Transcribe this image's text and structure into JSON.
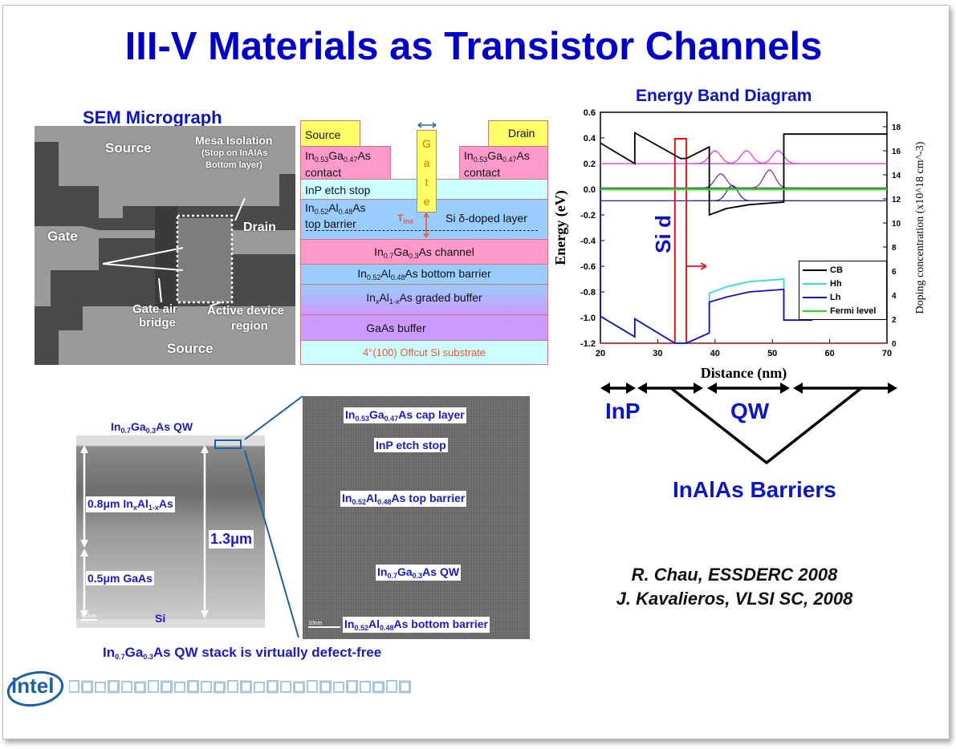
{
  "title": "III-V Materials as Transistor Channels",
  "sem": {
    "heading": "SEM Micrograph",
    "labels": {
      "source_top": "Source",
      "mesa": "Mesa Isolation",
      "mesa_note1": "(Stop on InAlAs",
      "mesa_note2": "Bottom layer)",
      "gate": "Gate",
      "drain": "Drain",
      "air1": "Gate air",
      "air2": "bridge",
      "active1": "Active device",
      "active2": "region",
      "source_bottom": "Source"
    }
  },
  "stack": {
    "source": "Source",
    "drain": "Drain",
    "gate_letters": [
      "G",
      "a",
      "t",
      "e"
    ],
    "contact_a": "In",
    "contact_s1": "0.53",
    "contact_b": "Ga",
    "contact_s2": "0.47",
    "contact_c": "As",
    "contact_word": "contact",
    "etch_stop": "InP etch stop",
    "tb_a": "In",
    "tb_s1": "0.52",
    "tb_b": "Al",
    "tb_s2": "0.48",
    "tb_c": "As",
    "tb_word": "top barrier",
    "tins": "T",
    "tins_sub": "ins",
    "si_doped": "Si δ-doped layer",
    "ch_a": "In",
    "ch_s1": "0.7",
    "ch_b": "Ga",
    "ch_s2": "0.3",
    "ch_c": "As channel",
    "bb_c": "As bottom barrier",
    "gb_a": "In",
    "gb_s1": "x",
    "gb_b": "Al",
    "gb_s2": "1-x",
    "gb_c": "As graded buffer",
    "gaas": "GaAs buffer",
    "substrate": "4°(100) Offcut Si substrate"
  },
  "band": {
    "heading": "Energy Band Diagram",
    "si_label": "Si d",
    "legend": [
      "CB",
      "Hh",
      "Lh",
      "Fermi level"
    ]
  },
  "chart_data": {
    "type": "line",
    "title": "Energy Band Diagram",
    "xlabel": "Distance (nm)",
    "ylabel": "Energy (eV)",
    "y2label": "Doping concentration (x10^18 cm^-3)",
    "xlim": [
      20,
      70
    ],
    "ylim": [
      -1.2,
      0.6
    ],
    "y2lim": [
      0,
      19.2
    ],
    "xticks": [
      20,
      30,
      40,
      50,
      60,
      70
    ],
    "yticks": [
      "0.6",
      "0.4",
      "0.2",
      "0.0",
      "-0.2",
      "-0.4",
      "-0.6",
      "-0.8",
      "-1.0",
      "-1.2"
    ],
    "y2ticks": [
      0,
      2,
      4,
      6,
      8,
      10,
      12,
      14,
      16,
      18
    ],
    "legend_position": "bottom-right",
    "series": [
      {
        "name": "CB",
        "color": "#000000",
        "x": [
          20,
          26,
          26,
          34,
          35,
          39,
          39,
          42,
          46,
          52,
          52,
          70
        ],
        "y": [
          0.36,
          0.2,
          0.44,
          0.24,
          0.24,
          0.33,
          -0.2,
          -0.15,
          -0.12,
          -0.1,
          0.43,
          0.43
        ]
      },
      {
        "name": "Hh",
        "color": "#33dddd",
        "x": [
          20,
          26,
          26,
          33,
          35,
          39,
          39,
          42,
          46,
          52,
          52,
          57
        ],
        "y": [
          -0.99,
          -1.15,
          -1.01,
          -1.2,
          -1.2,
          -1.12,
          -0.81,
          -0.76,
          -0.72,
          -0.7,
          -1.02,
          -1.02
        ]
      },
      {
        "name": "Lh",
        "color": "#1010cc",
        "x": [
          20,
          20,
          26,
          26,
          33,
          35,
          39,
          39,
          42,
          46,
          52,
          52,
          57
        ],
        "y": [
          0.0,
          -0.99,
          -1.15,
          -1.01,
          -1.2,
          -1.2,
          -1.12,
          -0.88,
          -0.84,
          -0.8,
          -0.78,
          -1.02,
          -1.02
        ]
      },
      {
        "name": "Fermi level",
        "color": "#22dd22",
        "x": [
          20,
          70
        ],
        "y": [
          0.0,
          0.0
        ]
      }
    ],
    "levels": [
      {
        "energy": 0.2,
        "color": "#dd33dd",
        "peaks": [
          [
            40,
            0.1
          ],
          [
            45.5,
            0.1
          ],
          [
            51,
            0.1
          ]
        ]
      },
      {
        "energy": 0.01,
        "color": "#882288",
        "peaks": [
          [
            41,
            0.11
          ],
          [
            49.5,
            0.14
          ]
        ]
      },
      {
        "energy": -0.09,
        "color": "#2222aa",
        "peaks": [
          [
            43,
            0.12
          ]
        ]
      }
    ],
    "doping": {
      "x": [
        33,
        35
      ],
      "value": 17,
      "color": "#ee1111"
    },
    "annotation": "Si d"
  },
  "regions": {
    "inp": "InP",
    "qw": "QW",
    "barriers": "InAlAs Barriers"
  },
  "citations": [
    "R. Chau, ESSDERC 2008",
    "J. Kavalieros, VLSI SC, 2008"
  ],
  "tem": {
    "qw_a": "In",
    "qw_s1": "0.7",
    "qw_b": "Ga",
    "qw_s2": "0.3",
    "qw_c": "As QW",
    "inalas_a": "0.8μm In",
    "inalas_s1": "x",
    "inalas_b": "Al",
    "inalas_s2": "1-x",
    "inalas_c": "As",
    "gaas": "0.5μm GaAs",
    "total": "1.3μm",
    "si": "Si",
    "scale1": "0.2μm",
    "cap_a": "In",
    "cap_s1": "0.53",
    "cap_b": "Ga",
    "cap_s2": "0.47",
    "cap_c": "As cap layer",
    "etch": "InP etch stop",
    "tb_a": "In",
    "tb_s1": "0.52",
    "tb_b": "Al",
    "tb_s2": "0.48",
    "tb_c": "As top barrier",
    "bb_c": "As bottom barrier",
    "scale2": "10nm"
  },
  "caption": {
    "a": "In",
    "s1": "0.7",
    "b": "Ga",
    "s2": "0.3",
    "c": "As QW stack is virtually defect-free"
  },
  "logo": "intel"
}
